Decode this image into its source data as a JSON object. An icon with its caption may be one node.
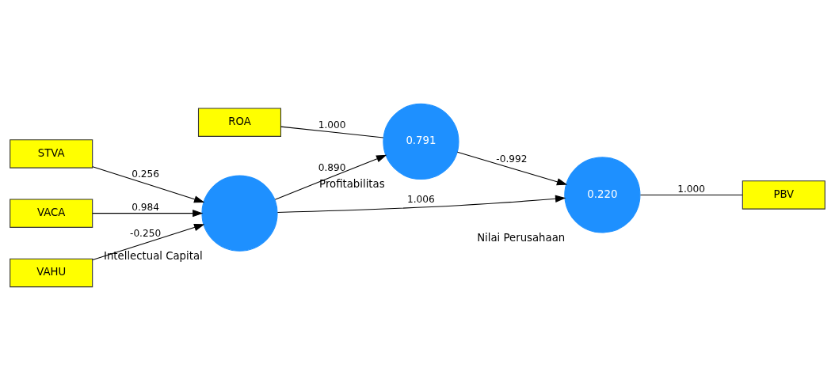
{
  "diagram": {
    "nodes": [
      {
        "text": [
          "ROA"
        ]
      },
      {
        "text": [
          "0.791"
        ],
        "beside": [
          "Profitabilitas"
        ]
      },
      {
        "text": [
          "STVA"
        ]
      },
      {
        "text": [
          "VACA"
        ]
      },
      {
        "text": [
          "VAHU"
        ]
      },
      {
        "text": [],
        "shape": "circle",
        "beside": [
          "Intellectual Capital"
        ]
      },
      {
        "text": [
          "0.220"
        ],
        "beside": [
          "Nilai Perusahaan"
        ]
      },
      {
        "text": [
          "PBV"
        ]
      }
    ],
    "edges": [
      {
        "from": 0,
        "to": 1,
        "arrow": "none",
        "label": "1.000"
      },
      {
        "from": 2,
        "to": 5,
        "arrow": "to",
        "label": "0.256"
      },
      {
        "from": 3,
        "to": 5,
        "arrow": "to",
        "label": "0.984"
      },
      {
        "from": 4,
        "to": 5,
        "arrow": "to",
        "label": "-0.250"
      },
      {
        "from": 5,
        "to": 1,
        "arrow": "to",
        "label": "0.890"
      },
      {
        "from": 1,
        "to": 6,
        "arrow": "to",
        "label": "-0.992"
      },
      {
        "from": 5,
        "to": 6,
        "arrow": "to",
        "label": "1.006"
      },
      {
        "from": 6,
        "to": 7,
        "arrow": "none",
        "label": "1.000"
      }
    ]
  }
}
